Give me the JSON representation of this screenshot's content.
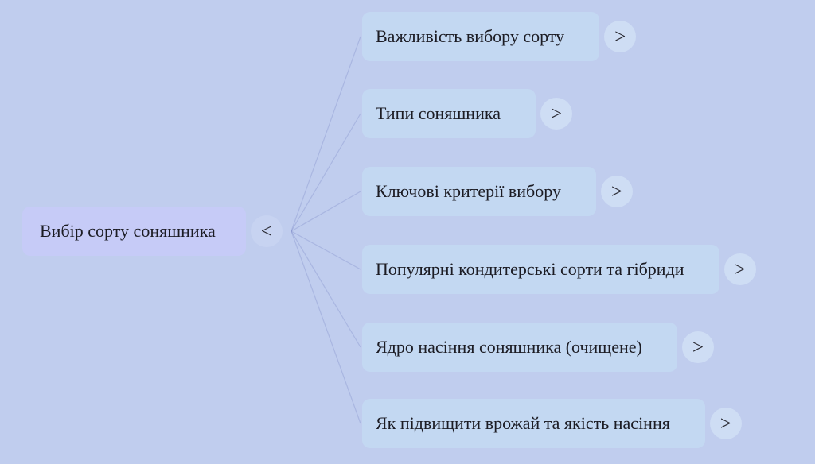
{
  "root": {
    "label": "Вибір сорту соняшника",
    "toggle": "<"
  },
  "children": [
    {
      "label": "Важливість вибору сорту",
      "toggle": ">"
    },
    {
      "label": "Типи соняшника",
      "toggle": ">"
    },
    {
      "label": "Ключові критерії вибору",
      "toggle": ">"
    },
    {
      "label": "Популярні кондитерські сорти та гібриди",
      "toggle": ">"
    },
    {
      "label": "Ядро насіння соняшника (очищене)",
      "toggle": ">"
    },
    {
      "label": "Як підвищити врожай та якість насіння",
      "toggle": ">"
    }
  ],
  "colors": {
    "background": "#c0cdee",
    "child_node_fill": "#c3d8f2",
    "root_node_fill": "#c6cbf7",
    "toggle_fill": "#d6e5f8",
    "text": "#1c1c24",
    "connector": "#7f8cc9"
  }
}
